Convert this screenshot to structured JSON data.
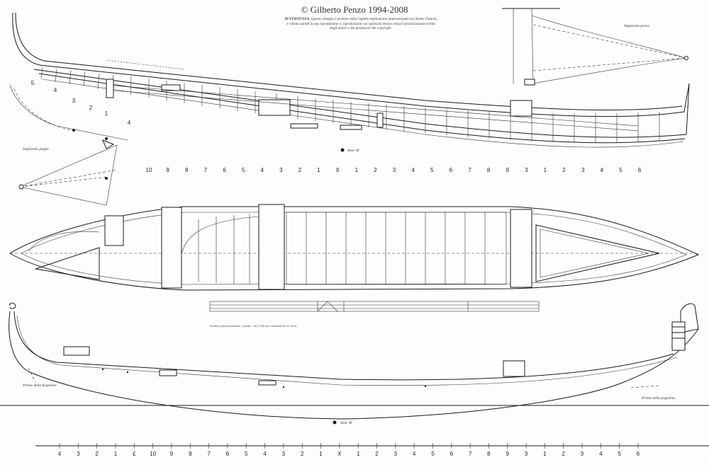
{
  "header": {
    "copyright": "© Gilberto Penzo 1994-2008",
    "notice_heading": "AVVERTENZA.",
    "notice_text": "Questo disegno è protetto dalla vigente legislazione internazionale sul diritto d'autore, è vietata quindi la sua riproduzione e, riproduzione con qualsiasi mezzo senza l'autorizzazione scritta degli autori o dei possessori del copyright."
  },
  "plans": {
    "middle_station_row": [
      "10",
      "9",
      "8",
      "7",
      "6",
      "5",
      "4",
      "3",
      "2",
      "1",
      "X",
      "1",
      "2",
      "3",
      "4",
      "5",
      "6",
      "7",
      "8",
      "9",
      "3",
      "1",
      "2",
      "3",
      "4",
      "5",
      "6"
    ],
    "bottom_station_row": [
      "4",
      "3",
      "2",
      "1",
      "£",
      "10",
      "9",
      "8",
      "7",
      "6",
      "5",
      "4",
      "3",
      "2",
      "1",
      "X",
      "1",
      "2",
      "3",
      "4",
      "5",
      "6",
      "7",
      "8",
      "9",
      "3",
      "1",
      "2",
      "3",
      "4",
      "5",
      "6"
    ],
    "frame_numbers_stern": [
      "5",
      "4",
      "3",
      "2",
      "1",
      "4"
    ],
    "labels": {
      "stern_section": "Impiavelo poppe",
      "bow_section": "Impiavelo prora",
      "mark_top": "Asse 'B'",
      "mark_bottom": "Asse 'B'",
      "prow_left": "Prima della Kapelina",
      "prow_right": "Prima della pagalina",
      "scale_note": "Scala in piedi veneziani: 1 piede = 34,7735 mm, suddiviso in 12 once"
    }
  }
}
